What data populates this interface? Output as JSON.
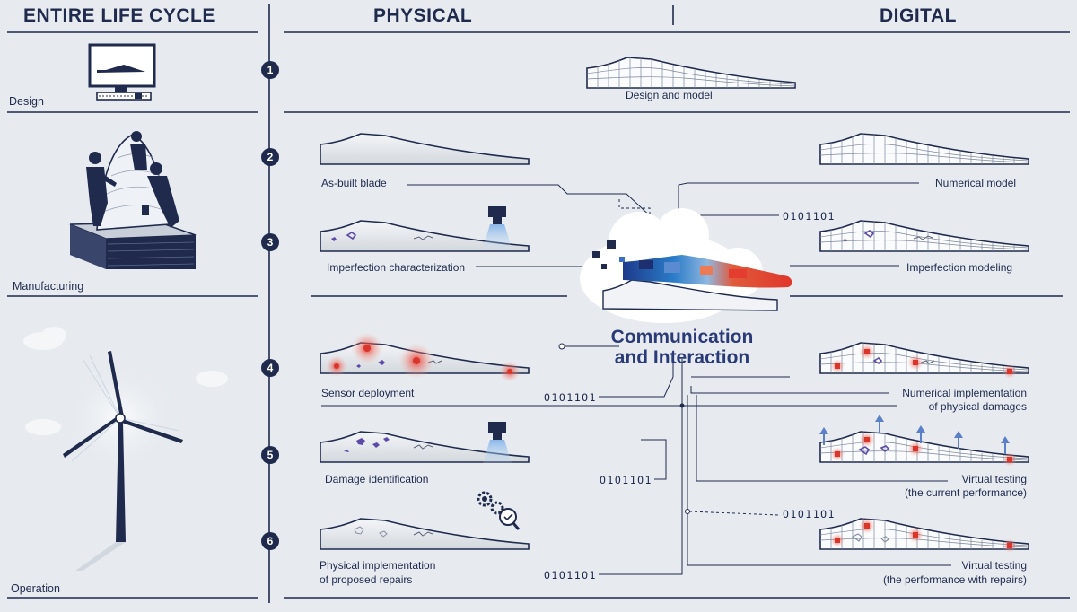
{
  "headers": {
    "life_cycle": "ENTIRE LIFE CYCLE",
    "physical": "PHYSICAL",
    "digital": "DIGITAL"
  },
  "stages": {
    "design": "Design",
    "manufacturing": "Manufacturing",
    "operation": "Operation"
  },
  "steps": [
    "1",
    "2",
    "3",
    "4",
    "5",
    "6"
  ],
  "physical": {
    "as_built": "As-built blade",
    "imperfection_char": "Imperfection characterization",
    "sensor": "Sensor deployment",
    "damage_id": "Damage identification",
    "repairs_l1": "Physical implementation",
    "repairs_l2": "of proposed repairs"
  },
  "digital": {
    "design_model": "Design and model",
    "numerical_model": "Numerical model",
    "imperfection_model": "Imperfection modeling",
    "num_impl_l1": "Numerical implementation",
    "num_impl_l2": "of physical damages",
    "virtual_current_l1": "Virtual testing",
    "virtual_current_l2": "(the current performance)",
    "virtual_repairs_l1": "Virtual testing",
    "virtual_repairs_l2": "(the performance with repairs)"
  },
  "binary": "O1O11O1",
  "center": {
    "line1": "Communication",
    "line2": "and Interaction"
  },
  "colors": {
    "navy": "#1f2a4d",
    "background": "#e7ebef",
    "accent_red": "#d9352b",
    "accent_blue": "#3b6fc4",
    "damage_purple": "#5b4aa8"
  }
}
